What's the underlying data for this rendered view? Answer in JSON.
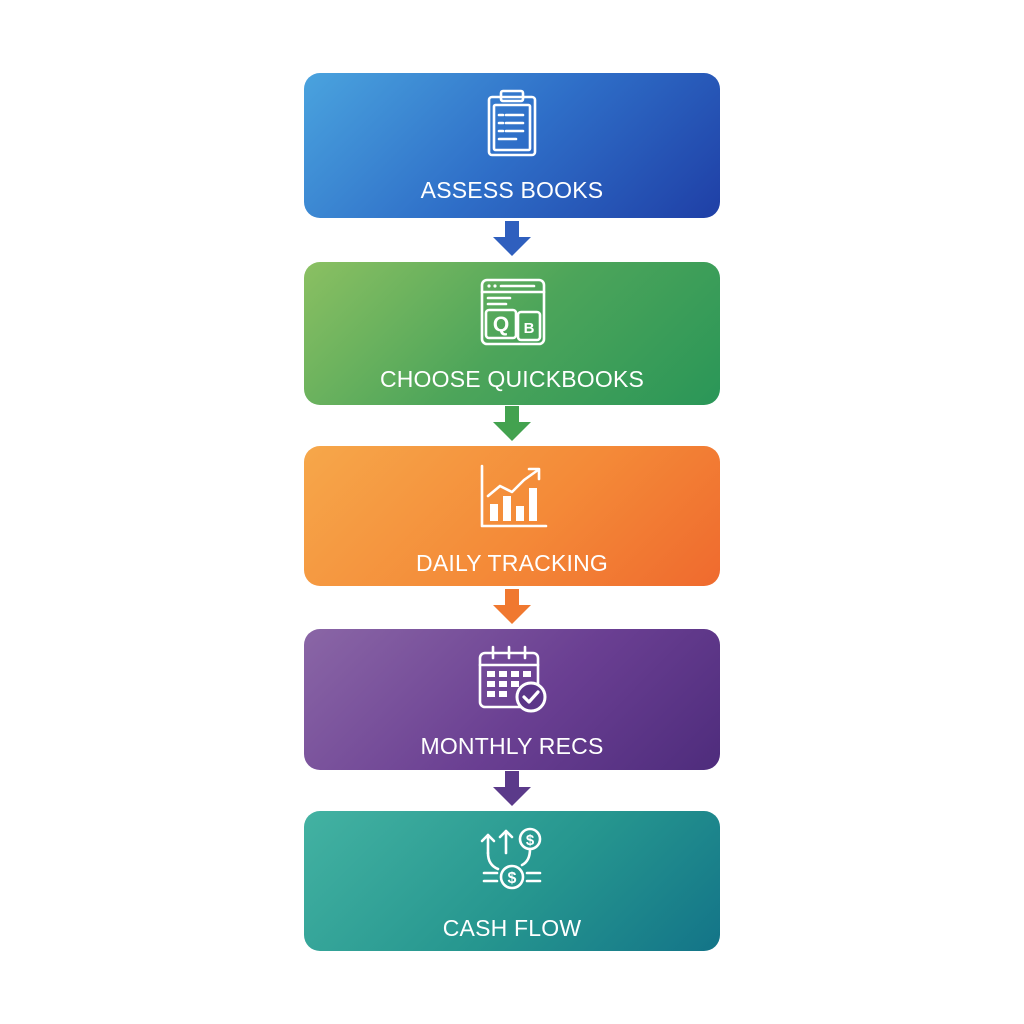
{
  "flow": {
    "steps": [
      {
        "label": "ASSESS BOOKS",
        "icon": "clipboard-icon",
        "color": "#2f6fc8"
      },
      {
        "label": "CHOOSE QUICKBOOKS",
        "icon": "quickbooks-window-icon",
        "color": "#4da55a",
        "icon_text_q": "Q",
        "icon_text_b": "B"
      },
      {
        "label": "DAILY TRACKING",
        "icon": "growth-chart-icon",
        "color": "#f48a38"
      },
      {
        "label": "MONTHLY RECS",
        "icon": "calendar-check-icon",
        "color": "#6a3f92"
      },
      {
        "label": "CASH FLOW",
        "icon": "cash-flow-icon",
        "color": "#26968f",
        "icon_text_dollar": "$"
      }
    ],
    "arrows": [
      {
        "color": "#2f5fbe"
      },
      {
        "color": "#43a24f"
      },
      {
        "color": "#f0782f"
      },
      {
        "color": "#5b3a8a"
      }
    ]
  }
}
